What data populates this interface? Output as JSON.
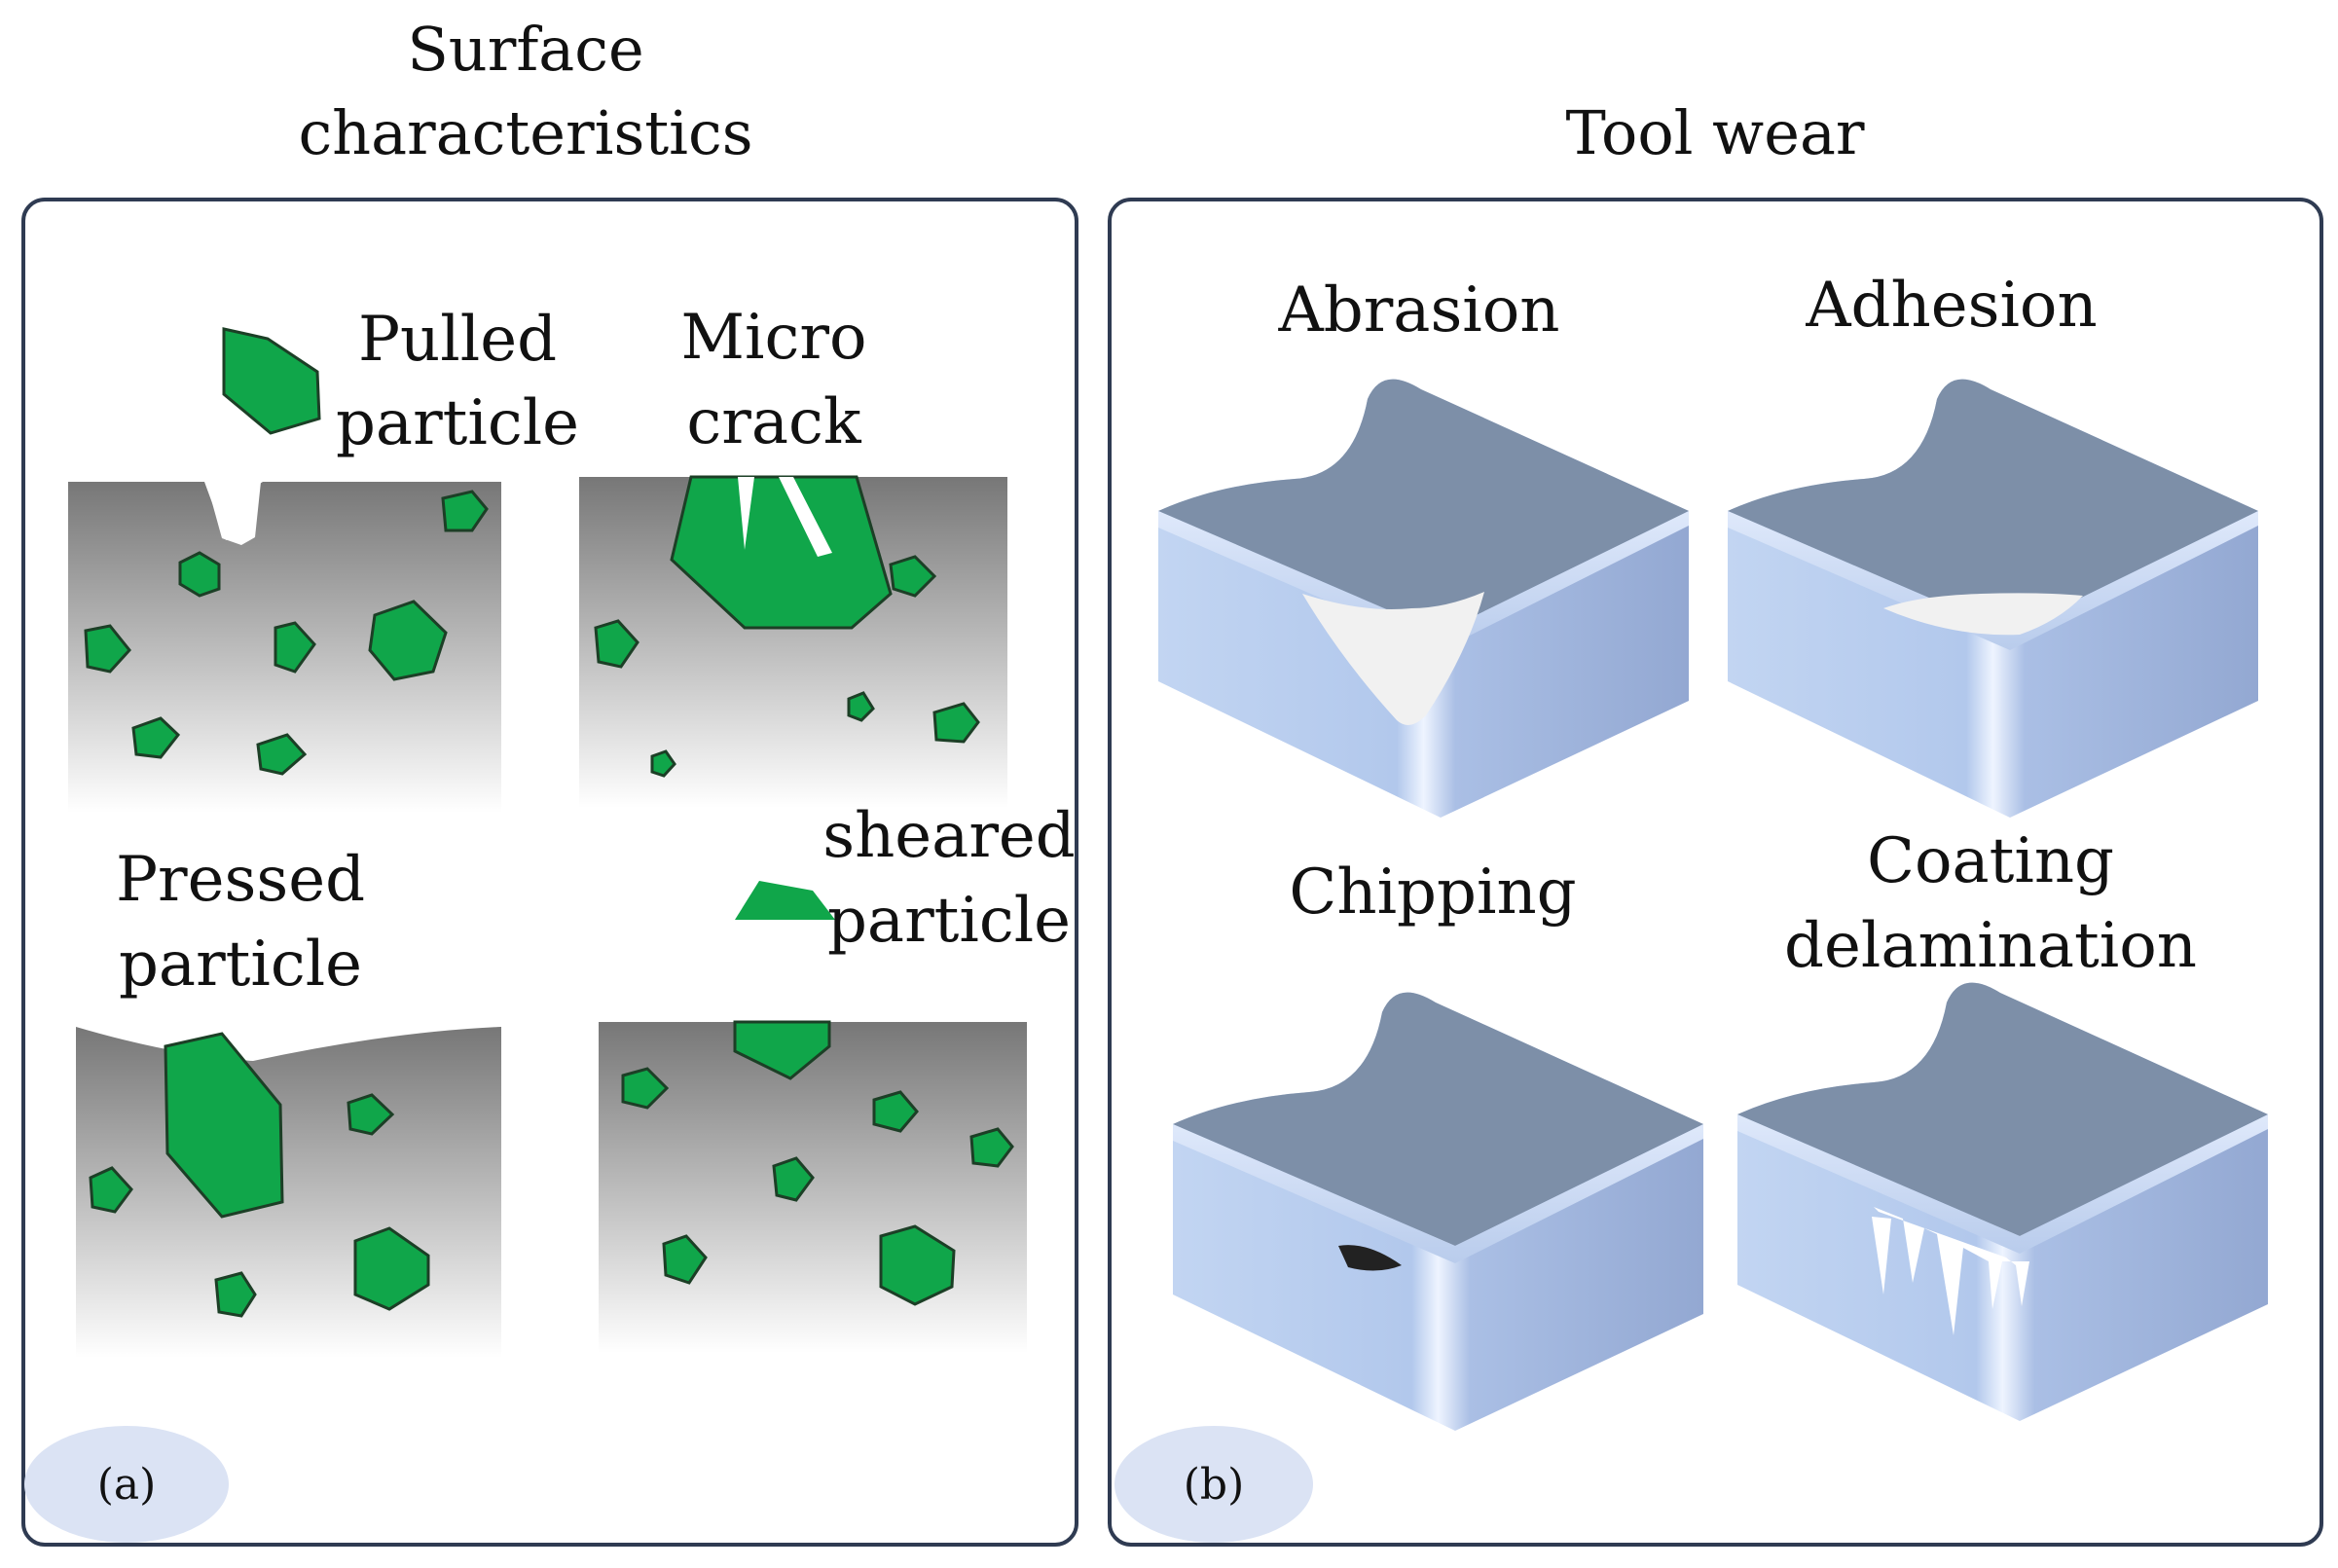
{
  "left_panel": {
    "heading": [
      "Surface",
      "characteristics"
    ],
    "tag": "(a)",
    "items": [
      {
        "label": [
          "Pulled",
          "particle"
        ]
      },
      {
        "label": [
          "Micro",
          "crack"
        ]
      },
      {
        "label": [
          "Pressed",
          "particle"
        ]
      },
      {
        "label": [
          "sheared",
          "particle"
        ]
      }
    ]
  },
  "right_panel": {
    "heading": "Tool wear",
    "tag": "(b)",
    "items": [
      {
        "label": [
          "Abrasion"
        ]
      },
      {
        "label": [
          "Adhesion"
        ]
      },
      {
        "label": [
          "Chipping"
        ]
      },
      {
        "label": [
          "Coating",
          "delamination"
        ]
      }
    ]
  },
  "colors": {
    "particle_fill": "#10a64a",
    "particle_stroke": "#1c3f26",
    "matrix_top": "#777777",
    "tool_top": "#7d8fa8",
    "tool_side": "#b9ccec",
    "wear": "#f1f1f1",
    "tag_ellipse": "#dbe3f4",
    "panel_border": "#2f3b52"
  }
}
